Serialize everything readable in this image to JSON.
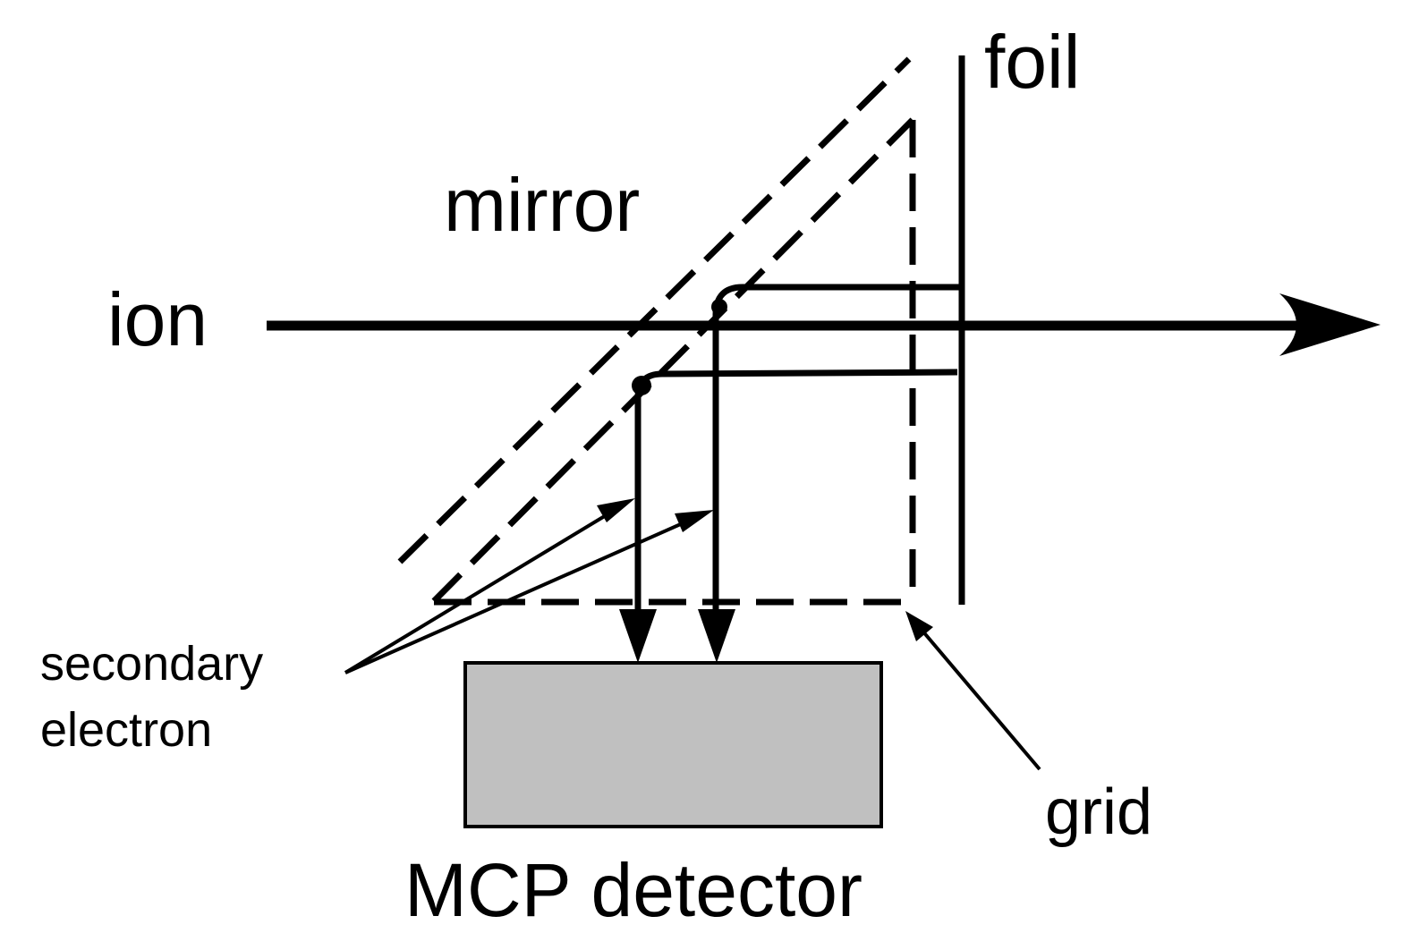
{
  "labels": {
    "foil": "foil",
    "mirror": "mirror",
    "ion": "ion",
    "secondary_line1": "secondary",
    "secondary_line2": "electron",
    "grid": "grid",
    "detector": "MCP detector"
  },
  "colors": {
    "stroke": "#000000",
    "detector_fill": "#c0c0c0",
    "background": "#ffffff"
  },
  "icons": {
    "ion_arrowhead": "arrowhead",
    "electron_arrowheads": "arrowhead",
    "pointer_arrows": "arrow"
  }
}
